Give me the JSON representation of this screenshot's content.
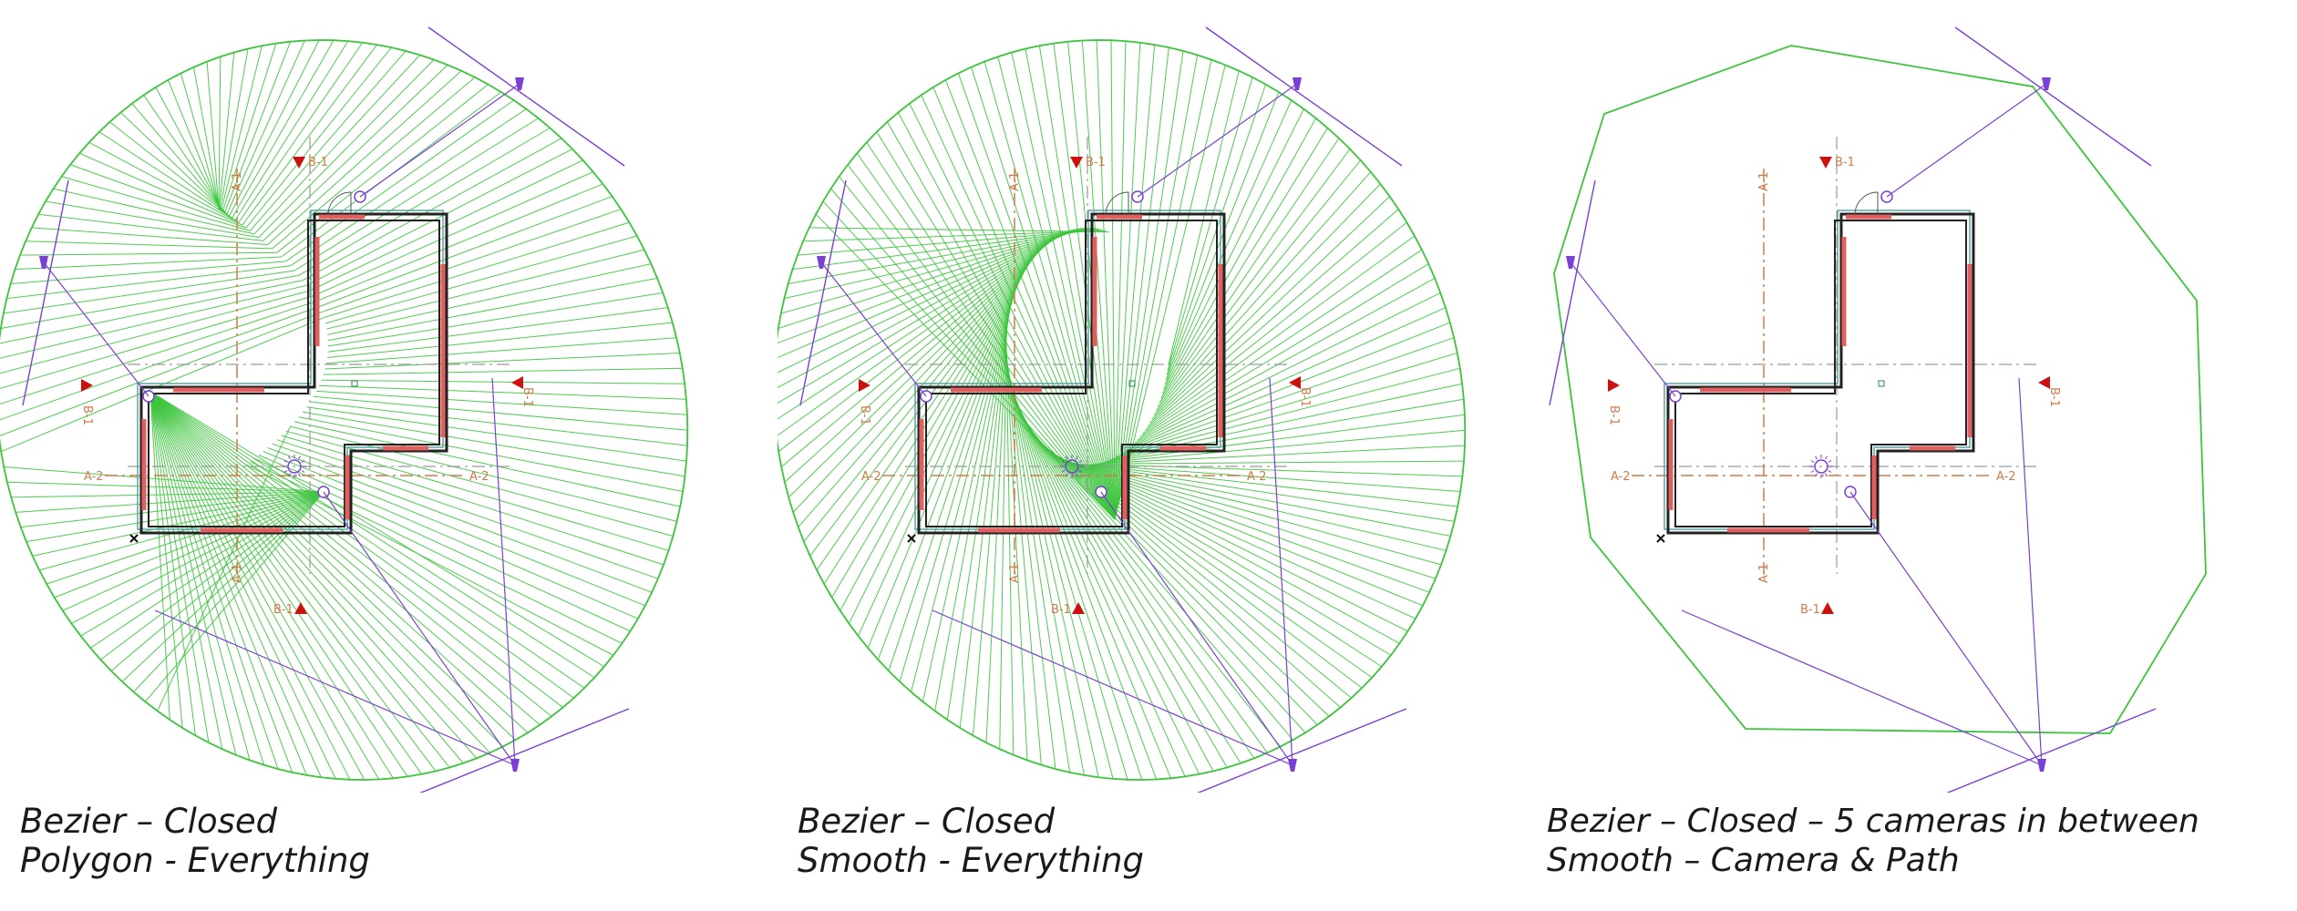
{
  "panels": [
    {
      "caption_line1": "Bezier – Closed",
      "caption_line2": "Polygon - Everything",
      "path_mode": "polygon",
      "show_fan": true
    },
    {
      "caption_line1": "Bezier – Closed",
      "caption_line2": "Smooth - Everything",
      "path_mode": "smooth",
      "show_fan": true
    },
    {
      "caption_line1": "Bezier – Closed – 5 cameras in between",
      "caption_line2": "Smooth – Camera & Path",
      "path_mode": "polygon-outline",
      "show_fan": false
    }
  ],
  "axis_labels": {
    "a1": "A-1",
    "a2": "A-2",
    "b1": "B-1"
  },
  "colors": {
    "path_green": "#3cc43c",
    "camera_purple": "#7a3fd6",
    "wall_red": "#e06060",
    "axis_orange": "#d07a4a",
    "marker_red": "#cc1111",
    "wall_dark": "#222222",
    "wall_teal": "#5aa5a0"
  }
}
